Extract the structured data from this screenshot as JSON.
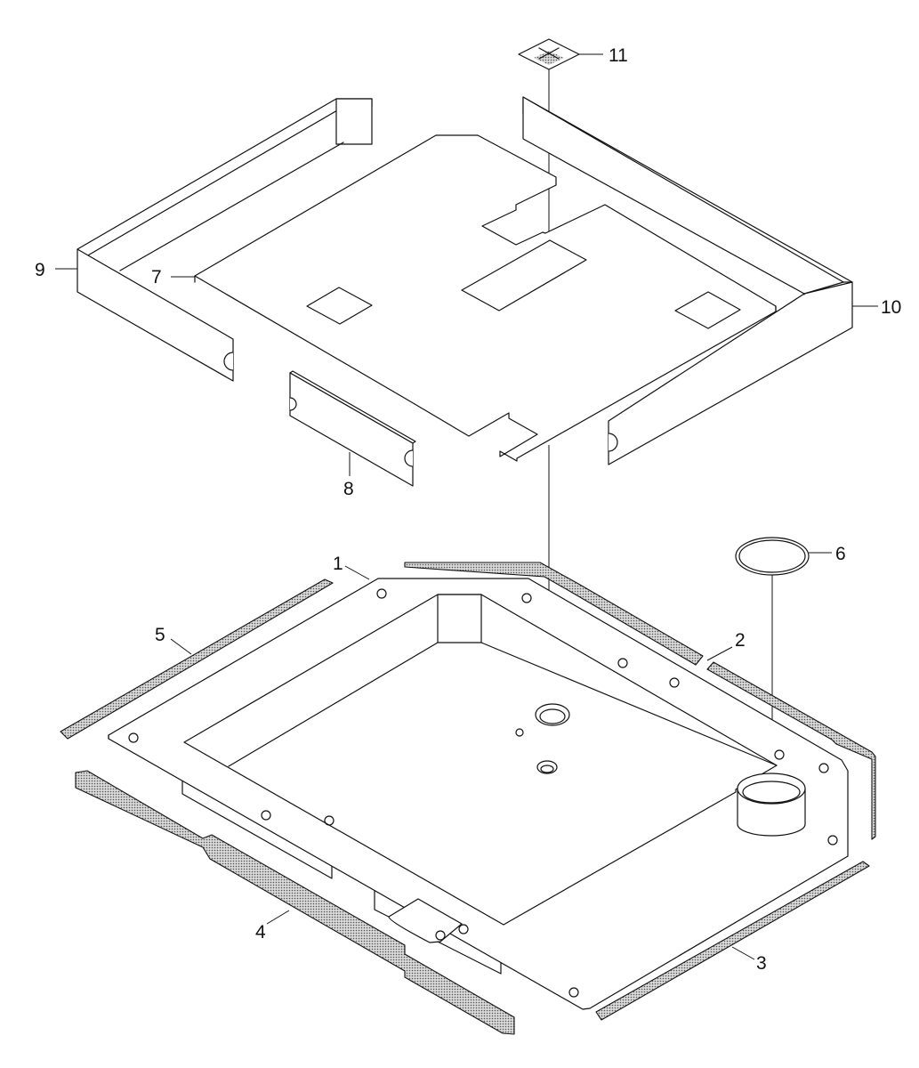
{
  "callouts": {
    "c1": "1",
    "c2": "2",
    "c3": "3",
    "c4": "4",
    "c5": "5",
    "c6": "6",
    "c7": "7",
    "c8": "8",
    "c9": "9",
    "c10": "10",
    "c11": "11"
  },
  "colors": {
    "line": "#111111",
    "background": "#ffffff",
    "gasket_dot": "#555555"
  }
}
